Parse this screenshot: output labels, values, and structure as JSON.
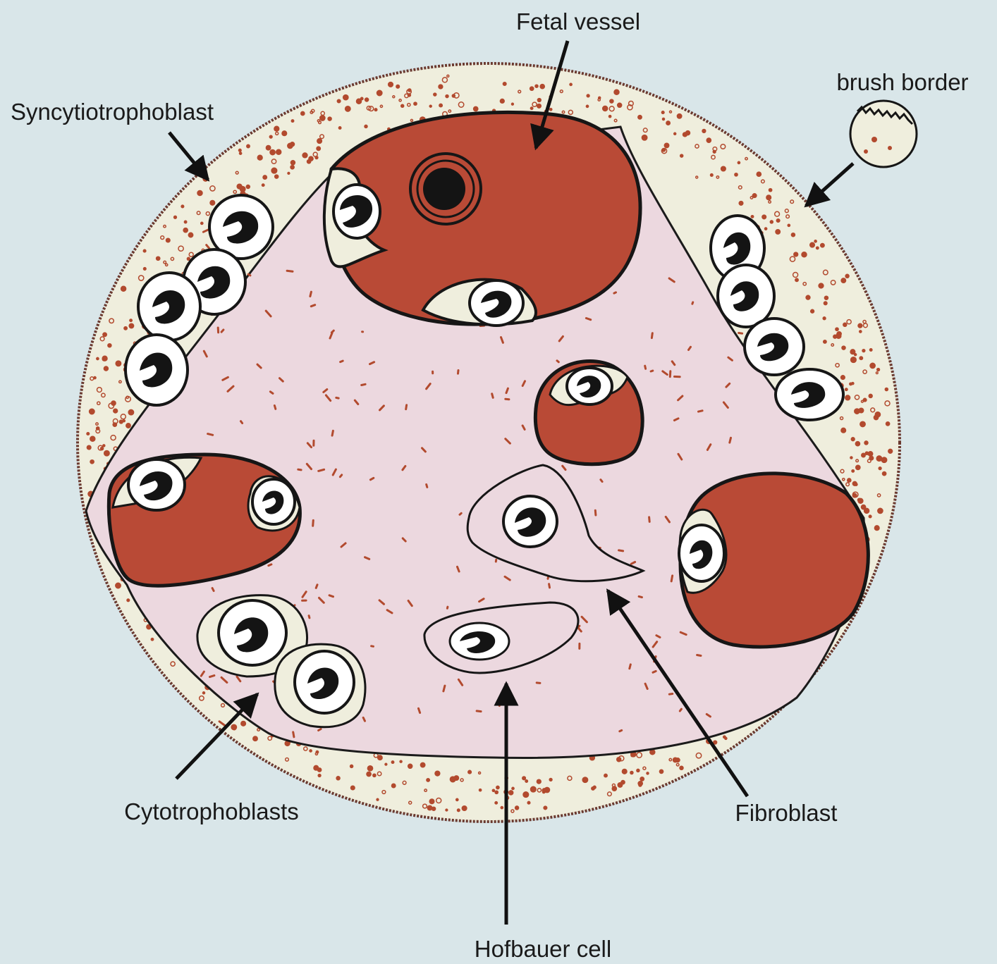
{
  "labels": {
    "fetal_vessel": "Fetal vessel",
    "syncytiotrophoblast": "Syncytiotrophoblast",
    "brush_border": "brush border",
    "cytotrophoblasts": "Cytotrophoblasts",
    "fibroblast": "Fibroblast",
    "hofbauer_cell": "Hofbauer cell"
  },
  "colors": {
    "background": "#d9e6e9",
    "trophoblast_layer": "#efeedd",
    "stroma": "#ecd8df",
    "blood": "#b94a36",
    "outline": "#161616",
    "organelle": "#b24a2e"
  }
}
